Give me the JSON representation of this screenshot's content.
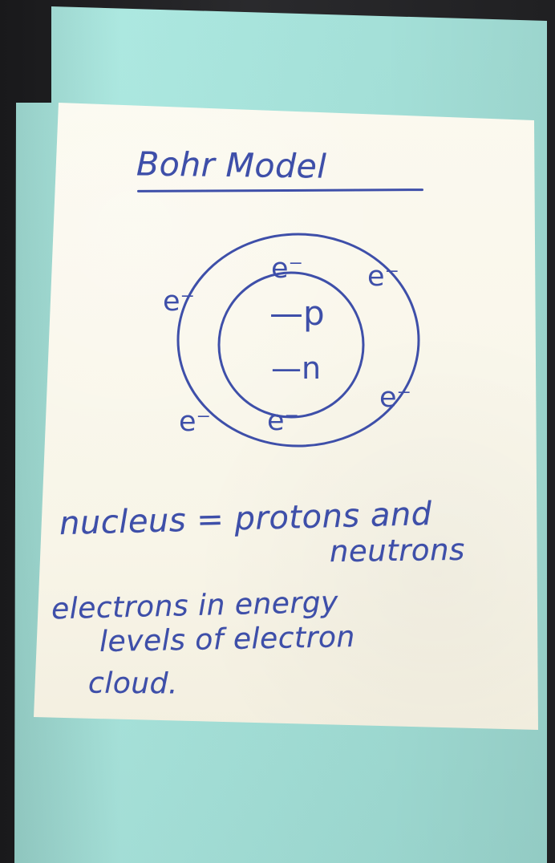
{
  "title": "Bohr Model",
  "diagram": {
    "proton_label": "—p",
    "neutron_label": "—n",
    "electron_label": "e⁻"
  },
  "notes": {
    "line1": "nucleus = protons and",
    "line2": "neutrons",
    "line3": "electrons in energy",
    "line4": "levels of electron",
    "line5": "cloud."
  },
  "colors": {
    "ink": "#3e4fa9",
    "background": "#1f1f21",
    "card": "#a5e3da",
    "paper": "#f8f5e8"
  }
}
